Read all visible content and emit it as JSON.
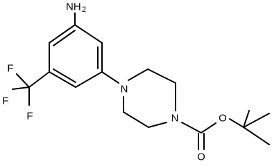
{
  "molecule": {
    "atom_labels": {
      "amine": "NH",
      "amine_h_count": "2",
      "fluorine_1": "F",
      "fluorine_2": "F",
      "fluorine_3": "F",
      "piperazine_n1": "N",
      "piperazine_n4": "N",
      "carbonyl_oxygen": "O",
      "ester_oxygen": "O"
    }
  },
  "colors": {
    "bond": "#000000",
    "label": "#000000",
    "background": "#ffffff"
  }
}
